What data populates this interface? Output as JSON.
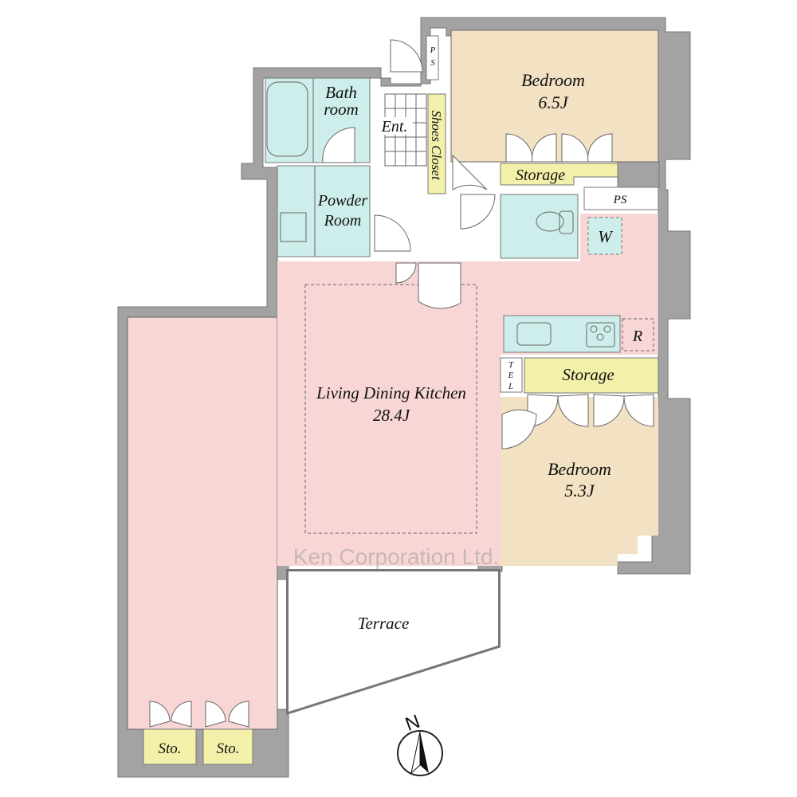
{
  "rooms": {
    "bedroom1": {
      "name": "Bedroom",
      "size": "6.5J"
    },
    "bedroom2": {
      "name": "Bedroom",
      "size": "5.3J"
    },
    "ldk": {
      "name": "Living Dining Kitchen",
      "size": "28.4J"
    },
    "bathroom": {
      "line1": "Bath",
      "line2": "room"
    },
    "powder_room": {
      "line1": "Powder",
      "line2": "Room"
    },
    "entrance": "Ent.",
    "shoes_closet": "Shoes Closet",
    "storage_upper": "Storage",
    "storage_lower": "Storage",
    "ps_top": {
      "line1": "P",
      "line2": "S"
    },
    "ps_right": "PS",
    "washer": "W",
    "refrigerator": "R",
    "tel": {
      "l1": "T",
      "l2": "E",
      "l3": "L"
    },
    "terrace": "Terrace",
    "sto1": "Sto.",
    "sto2": "Sto."
  },
  "compass": "N",
  "watermark": "Ken Corporation Ltd.",
  "colors": {
    "wall": "#a3a3a3",
    "living": "#f8d6d6",
    "bedroom": "#f2e1c3",
    "wet": "#cdeeea",
    "storage": "#f3f0a9"
  }
}
